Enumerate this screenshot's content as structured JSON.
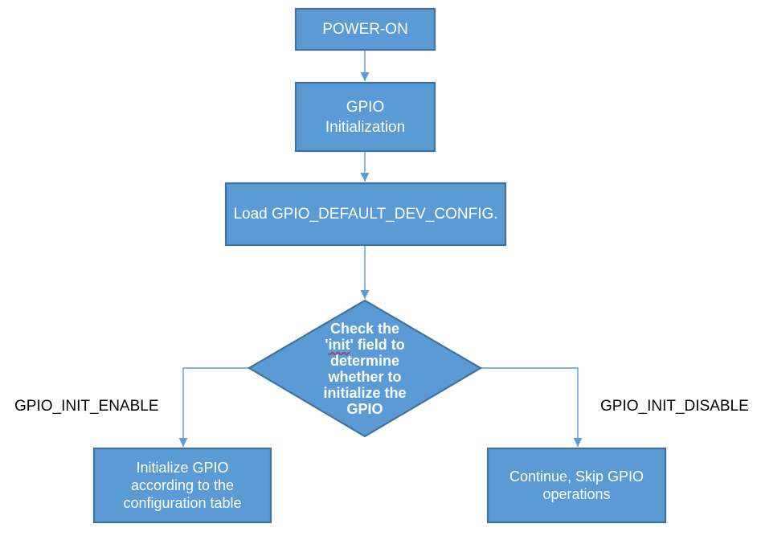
{
  "colors": {
    "background": "#ffffff",
    "node-fill": "#5b9bd5",
    "node-border": "#41719c",
    "connector": "#5b9bd5",
    "node-text": "#ffffff",
    "edge-label-text": "#000000",
    "spellcheck-underline": "#cc0000"
  },
  "nodes": {
    "power_on": {
      "label": "POWER-ON"
    },
    "gpio_initialization": {
      "lines": [
        "GPIO",
        "Initialization"
      ]
    },
    "load_config": {
      "label": "Load GPIO_DEFAULT_DEV_CONFIG."
    },
    "decision": {
      "line1": "Check the",
      "line2": {
        "open": "'",
        "word": "init",
        "rest": "' field to"
      },
      "line3": "determine",
      "line4": "whether to",
      "line5": "initialize the",
      "line6": "GPIO"
    },
    "init_enable": {
      "lines": [
        "Initialize GPIO",
        "according to the",
        "configuration table"
      ]
    },
    "skip": {
      "lines": [
        "Continue, Skip GPIO",
        "operations"
      ]
    }
  },
  "edge_labels": {
    "enable": "GPIO_INIT_ENABLE",
    "disable": "GPIO_INIT_DISABLE"
  }
}
